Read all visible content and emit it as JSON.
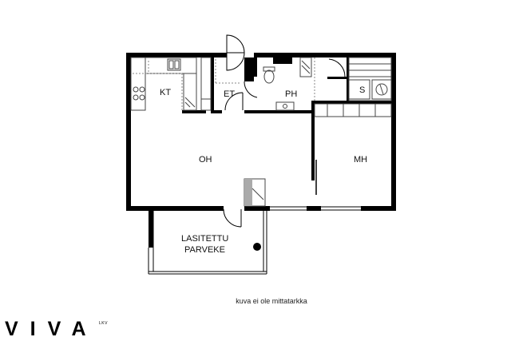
{
  "rooms": {
    "kt": "KT",
    "et": "ET",
    "ph": "PH",
    "s": "S",
    "oh": "OH",
    "mh": "MH",
    "balcony_line1": "LASITETTU",
    "balcony_line2": "PARVEKE"
  },
  "caption": "kuva ei ole mittatarkka",
  "brand": {
    "logo": "VIVA",
    "suffix": "LKV"
  },
  "colors": {
    "wall": "#000000",
    "fixture": "#444444",
    "dashed": "#888888",
    "fireplace": "#aaaaaa"
  }
}
